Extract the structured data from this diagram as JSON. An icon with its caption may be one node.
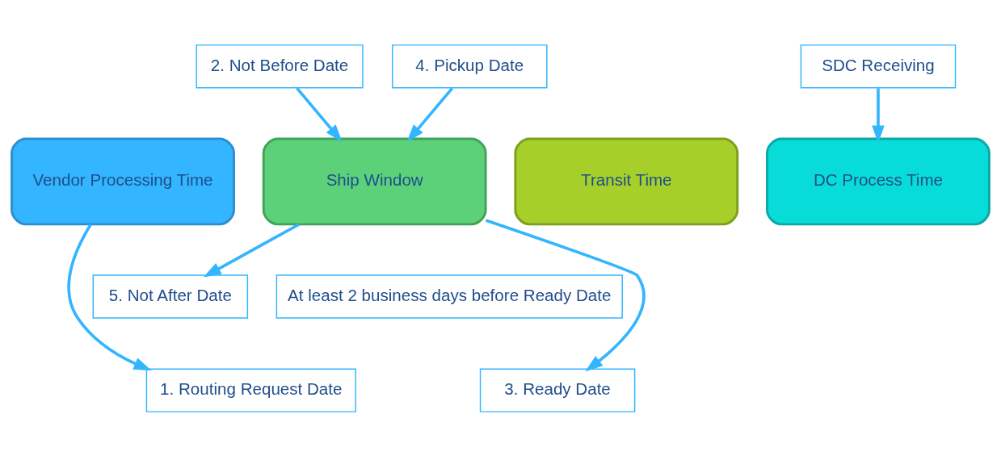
{
  "diagram": {
    "nodes": [
      {
        "text": [
          "2. Not Before Date"
        ]
      },
      {
        "text": [
          "4. Pickup Date"
        ]
      },
      {
        "text": [
          "SDC Receiving"
        ]
      },
      {
        "text": [
          "Vendor Processing Time"
        ]
      },
      {
        "text": [
          "Ship Window"
        ]
      },
      {
        "text": [
          "Transit Time"
        ]
      },
      {
        "text": [
          "DC Process Time"
        ]
      },
      {
        "text": [
          "At least 2 business days before Ready Date"
        ]
      },
      {
        "text": [
          "5. Not After Date"
        ]
      },
      {
        "text": [
          "1. Routing Request Date"
        ]
      },
      {
        "text": [
          "3. Ready Date"
        ]
      }
    ],
    "edges": [
      {
        "from": 0,
        "to": 4,
        "arrow": "to"
      },
      {
        "from": 1,
        "to": 4,
        "arrow": "to"
      },
      {
        "from": 2,
        "to": 6,
        "arrow": "to"
      },
      {
        "from": 3,
        "to": 9,
        "arrow": "to"
      },
      {
        "from": 4,
        "to": 10,
        "arrow": "to"
      },
      {
        "from": 4,
        "to": 8,
        "arrow": "to"
      }
    ]
  }
}
